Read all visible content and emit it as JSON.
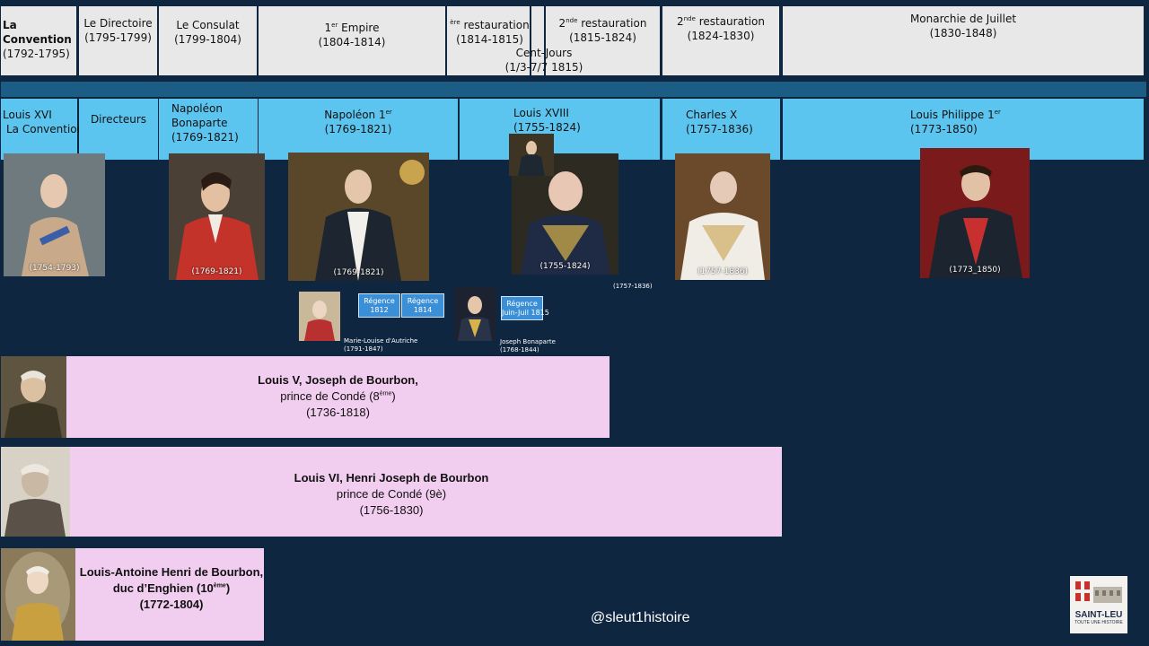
{
  "periods": [
    {
      "name": "La Convention",
      "dates": "(1792-1795)"
    },
    {
      "name": "Le Directoire",
      "dates": "(1795-1799)"
    },
    {
      "name": "Le Consulat",
      "dates": "(1799-1804)"
    },
    {
      "sup": "er",
      "name_pre": "1",
      "name": " Empire",
      "dates": "(1804-1814)"
    },
    {
      "sup": "ère",
      "name": " restauration",
      "dates": "(1814-1815)"
    },
    {
      "name": "Cent-Jours",
      "dates": "(1/3-7/7 1815)"
    },
    {
      "name_pre": "2",
      "sup": "nde",
      "name": " restauration",
      "dates": "(1815-1824)"
    },
    {
      "name_pre": "2",
      "sup": "nde",
      "name": " restauration",
      "dates": "(1824-1830)"
    },
    {
      "name": "Monarchie de Juillet",
      "dates": "(1830-1848)"
    }
  ],
  "rulers": [
    {
      "line1": "Louis XVI",
      "line2": "La Convention"
    },
    {
      "line1": "Directeurs"
    },
    {
      "line1": "Napoléon",
      "line2": "Bonaparte",
      "dates": "(1769-1821)"
    },
    {
      "line1_pre": "Napoléon 1",
      "sup": "er",
      "dates": "(1769-1821)"
    },
    {
      "line1": "Louis XVIII",
      "dates": "(1755-1824)"
    },
    {
      "line1": "Charles X",
      "dates": "(1757-1836)"
    },
    {
      "line1_pre": "Louis Philippe 1",
      "sup": "er",
      "dates": "(1773-1850)"
    }
  ],
  "portraits": [
    {
      "icon": "louis-xvi-portrait",
      "dates": "(1754-1793)"
    },
    {
      "icon": "bonaparte-consul-portrait",
      "dates": "(1769-1821)"
    },
    {
      "icon": "napoleon-emperor-portrait",
      "dates": "(1769-1821)"
    },
    {
      "icon": "louis-xviii-portrait",
      "dates": "(1755-1824)"
    },
    {
      "icon": "charles-x-portrait",
      "dates": "(1757-1836)"
    },
    {
      "icon": "louis-philippe-portrait",
      "dates": "(1773_1850)"
    }
  ],
  "extra_dates_label": "(1757-1836)",
  "regences": [
    {
      "line1": "Régence",
      "line2": "1812"
    },
    {
      "line1": "Régence",
      "line2": "1814"
    },
    {
      "line1": "Régence",
      "line2": "Juin-Juil 1815"
    }
  ],
  "marie_louise": {
    "name": "Marie-Louise d'Autriche",
    "dates": "(1791-1847)"
  },
  "joseph": {
    "name": "Joseph Bonaparte",
    "dates": "(1768-1844)"
  },
  "conde": [
    {
      "title": "Louis V,  Joseph de Bourbon,",
      "line2_pre": "prince de Condé (8",
      "sup": "ème",
      "line2_post": ")",
      "dates": "(1736-1818)"
    },
    {
      "title": "Louis VI,  Henri Joseph de Bourbon",
      "line2_pre": "prince de Condé  (9è)",
      "dates": "(1756-1830)"
    },
    {
      "title": "Louis-Antoine Henri de Bourbon,",
      "line2_pre": "duc d’Enghien (10",
      "sup": "ème",
      "line2_post": ")",
      "dates": "(1772-1804)"
    }
  ],
  "handle": "@sleut1histoire",
  "logo": {
    "name": "SAINT-LEU",
    "tagline": "TOUTE UNE HISTOIRE"
  },
  "colors": {
    "background": "#0f2640",
    "period_bg": "#e8e8e8",
    "bar": "#1b5d85",
    "ruler_bg": "#5cc5ef",
    "regence": "#3b8fd6",
    "conde_bg": "#f1cdef"
  }
}
